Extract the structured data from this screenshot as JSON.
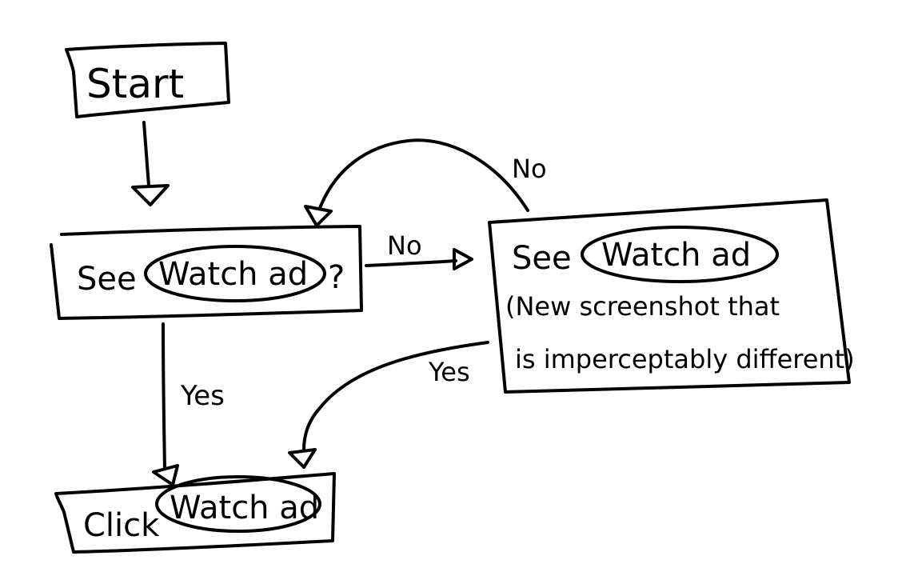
{
  "diagram": {
    "type": "flowchart",
    "style": "hand-drawn",
    "stroke_color": "#000000",
    "background": "#ffffff",
    "nodes": {
      "start": {
        "label": "Start"
      },
      "decision": {
        "prefix": "See",
        "button": "Watch ad",
        "suffix": "?"
      },
      "retry": {
        "prefix": "See",
        "button": "Watch ad",
        "note_line1": "(New screenshot that",
        "note_line2": "is imperceptably different)"
      },
      "click": {
        "prefix": "Click",
        "button": "Watch ad"
      }
    },
    "edges": {
      "start_to_decision": {
        "label": ""
      },
      "decision_to_retry": {
        "label": "No"
      },
      "retry_to_decision": {
        "label": "No"
      },
      "decision_to_click": {
        "label": "Yes"
      },
      "retry_to_click": {
        "label": "Yes"
      }
    }
  }
}
